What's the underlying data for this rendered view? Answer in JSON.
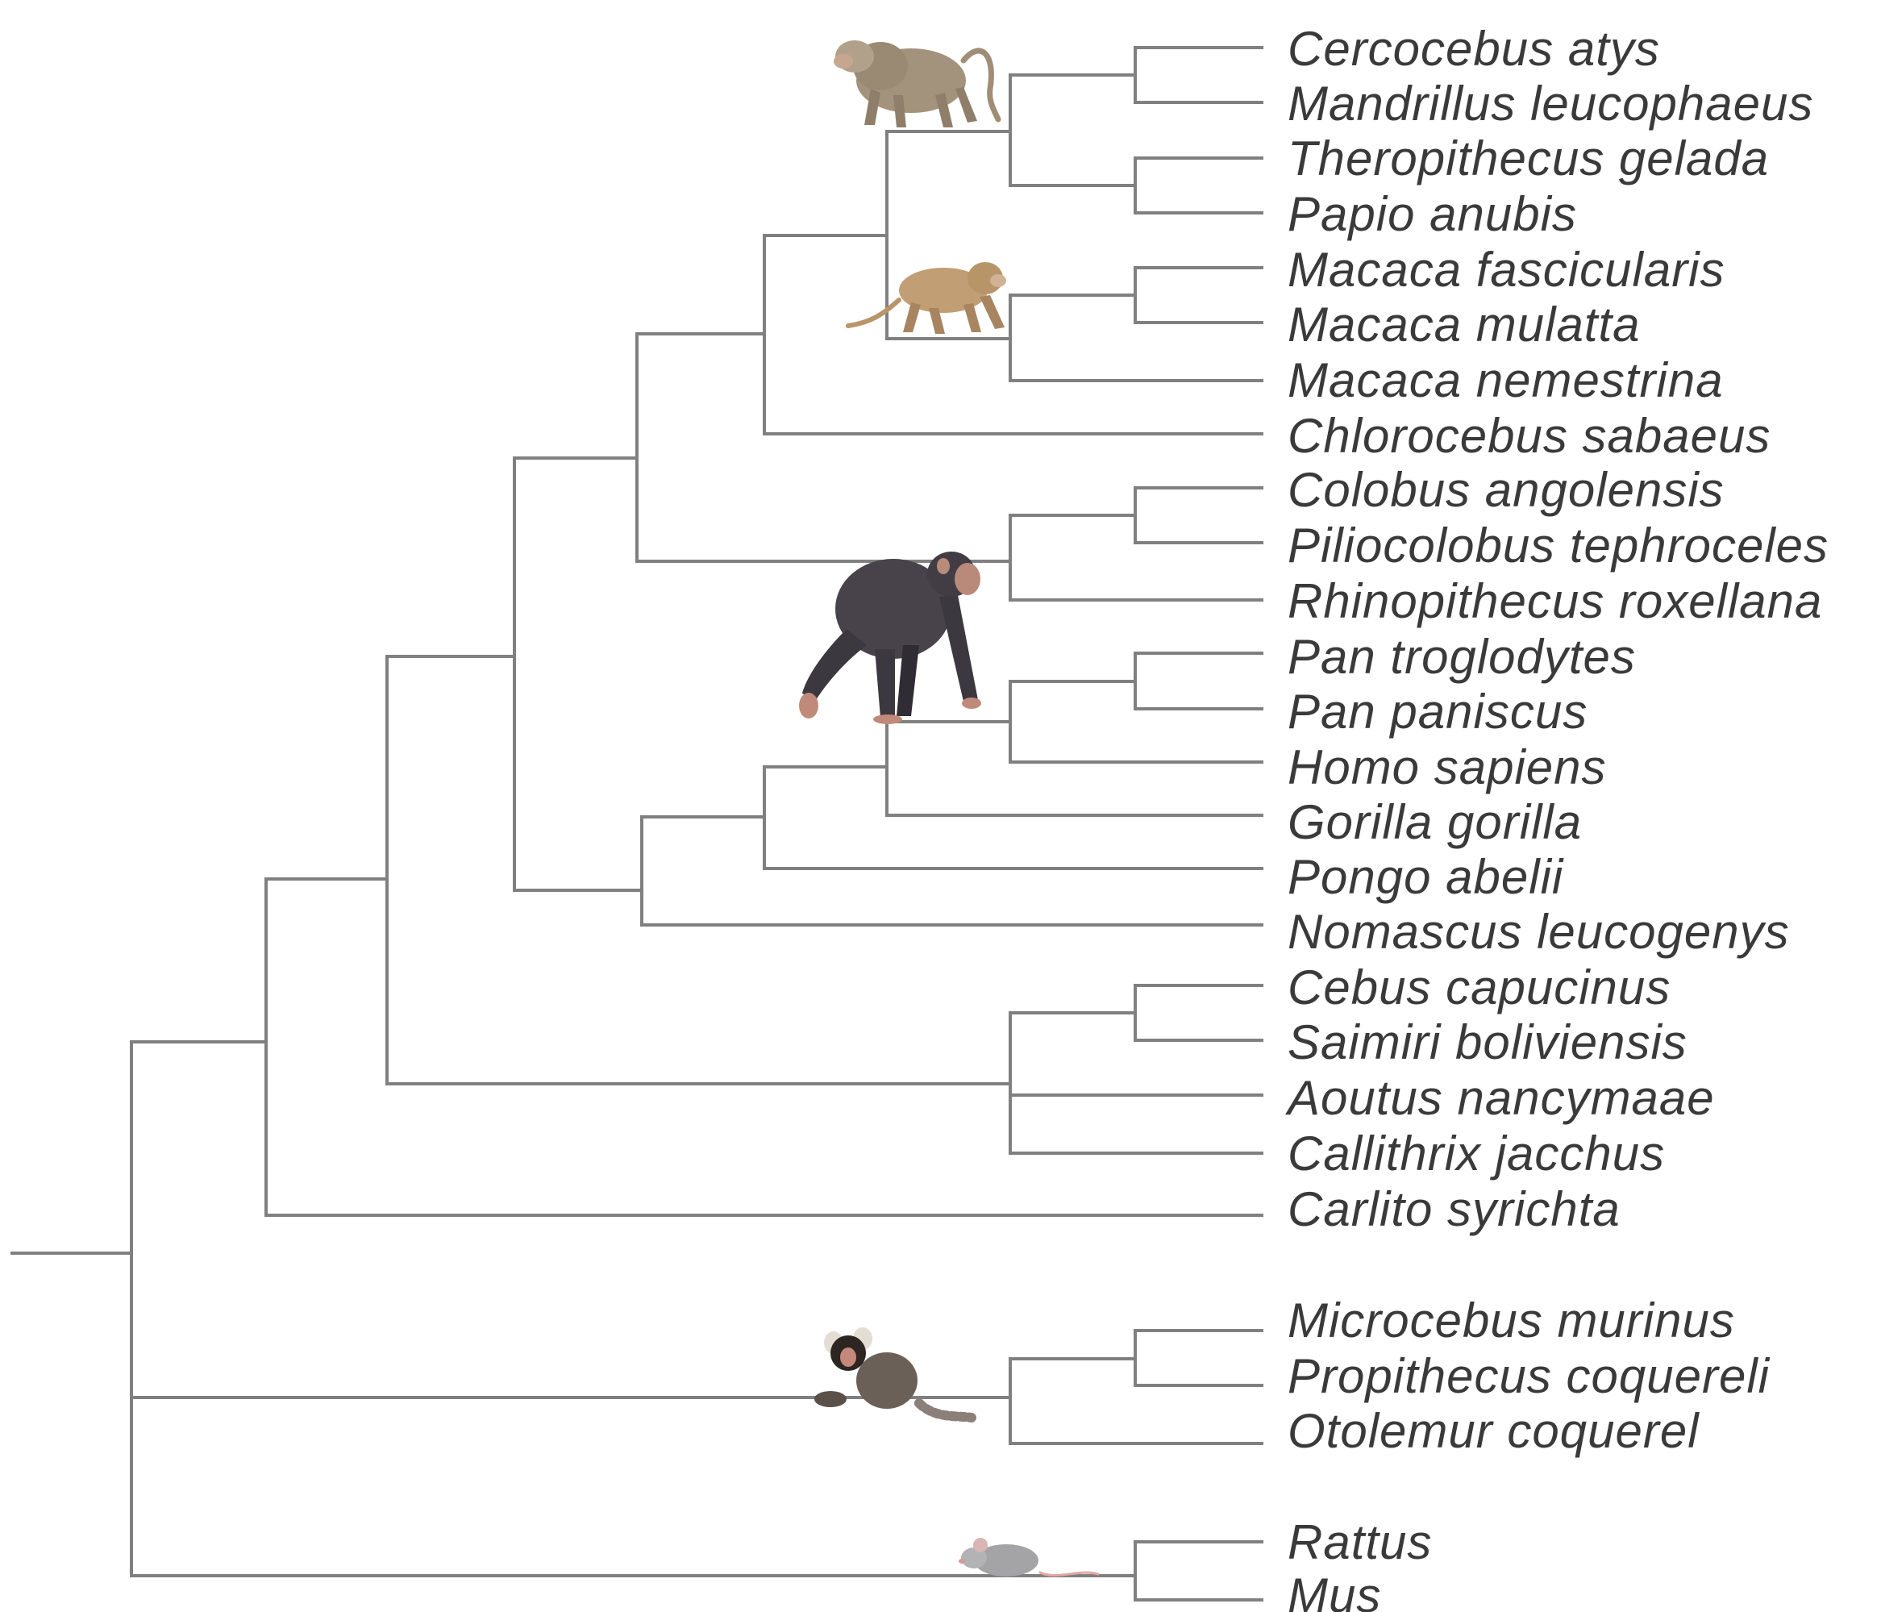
{
  "taxa": [
    "Cercocebus atys",
    "Mandrillus leucophaeus",
    "Theropithecus gelada",
    "Papio anubis",
    "Macaca fascicularis",
    "Macaca mulatta",
    "Macaca nemestrina",
    "Chlorocebus sabaeus",
    "Colobus angolensis",
    "Piliocolobus tephroceles",
    "Rhinopithecus roxellana",
    "Pan troglodytes",
    "Pan paniscus",
    "Homo sapiens",
    "Gorilla gorilla",
    "Pongo abelii",
    "Nomascus leucogenys",
    "Cebus capucinus",
    "Saimiri boliviensis",
    "Aoutus nancymaae",
    "Callithrix jacchus",
    "Carlito syrichta",
    "Microcebus murinus",
    "Propithecus coquereli",
    "Otolemur coquerel",
    "Rattus",
    "Mus"
  ],
  "illustrations": [
    {
      "name": "baboon-illustration",
      "icon": "baboon-icon"
    },
    {
      "name": "macaque-illustration",
      "icon": "macaque-icon"
    },
    {
      "name": "chimpanzee-illustration",
      "icon": "chimpanzee-icon"
    },
    {
      "name": "marmoset-illustration",
      "icon": "marmoset-icon"
    },
    {
      "name": "mouse-illustration",
      "icon": "mouse-icon"
    }
  ],
  "colors": {
    "branch": "#808080",
    "label": "#3a3a3a"
  }
}
